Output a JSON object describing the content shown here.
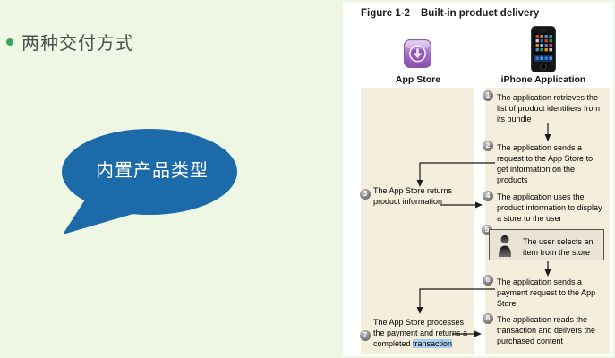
{
  "slide": {
    "bullet_text": "两种交付方式",
    "bubble_text": "内置产品类型"
  },
  "figure": {
    "label": "Figure 1-2",
    "title": "Built-in product delivery",
    "columns": {
      "left": "App Store",
      "right": "iPhone Application"
    },
    "icons": {
      "app_store": "purple rounded square with download arrow",
      "iphone": "black iphone with app grid screen",
      "user": "dark person silhouette"
    },
    "steps": [
      {
        "num": "1",
        "text": "The application retrieves the list of product identifiers from its bundle"
      },
      {
        "num": "2",
        "text": "The application sends a request to the App Store to get information on the products"
      },
      {
        "num": "3",
        "text": "The App Store returns product information"
      },
      {
        "num": "4",
        "text": "The application uses the product information to display a store to the user"
      },
      {
        "num": "5",
        "text": "The user selects an item from the store"
      },
      {
        "num": "6",
        "text": "The application sends a payment request to the App Store"
      },
      {
        "num": "7",
        "text": "The App Store processes the payment and returns a completed ",
        "highlight": "transaction"
      },
      {
        "num": "8",
        "text": "The application reads the transaction and delivers the purchased content"
      }
    ]
  },
  "colors": {
    "slide_bg": "#eef7e4",
    "bullet_green": "#3aa65f",
    "heading_text": "#4f4f4f",
    "bubble_blue": "#1d6aa9",
    "column_cream": "#f4eedc",
    "step5_box": "#e9e4d5",
    "highlight_blue": "#a9cdf0"
  }
}
